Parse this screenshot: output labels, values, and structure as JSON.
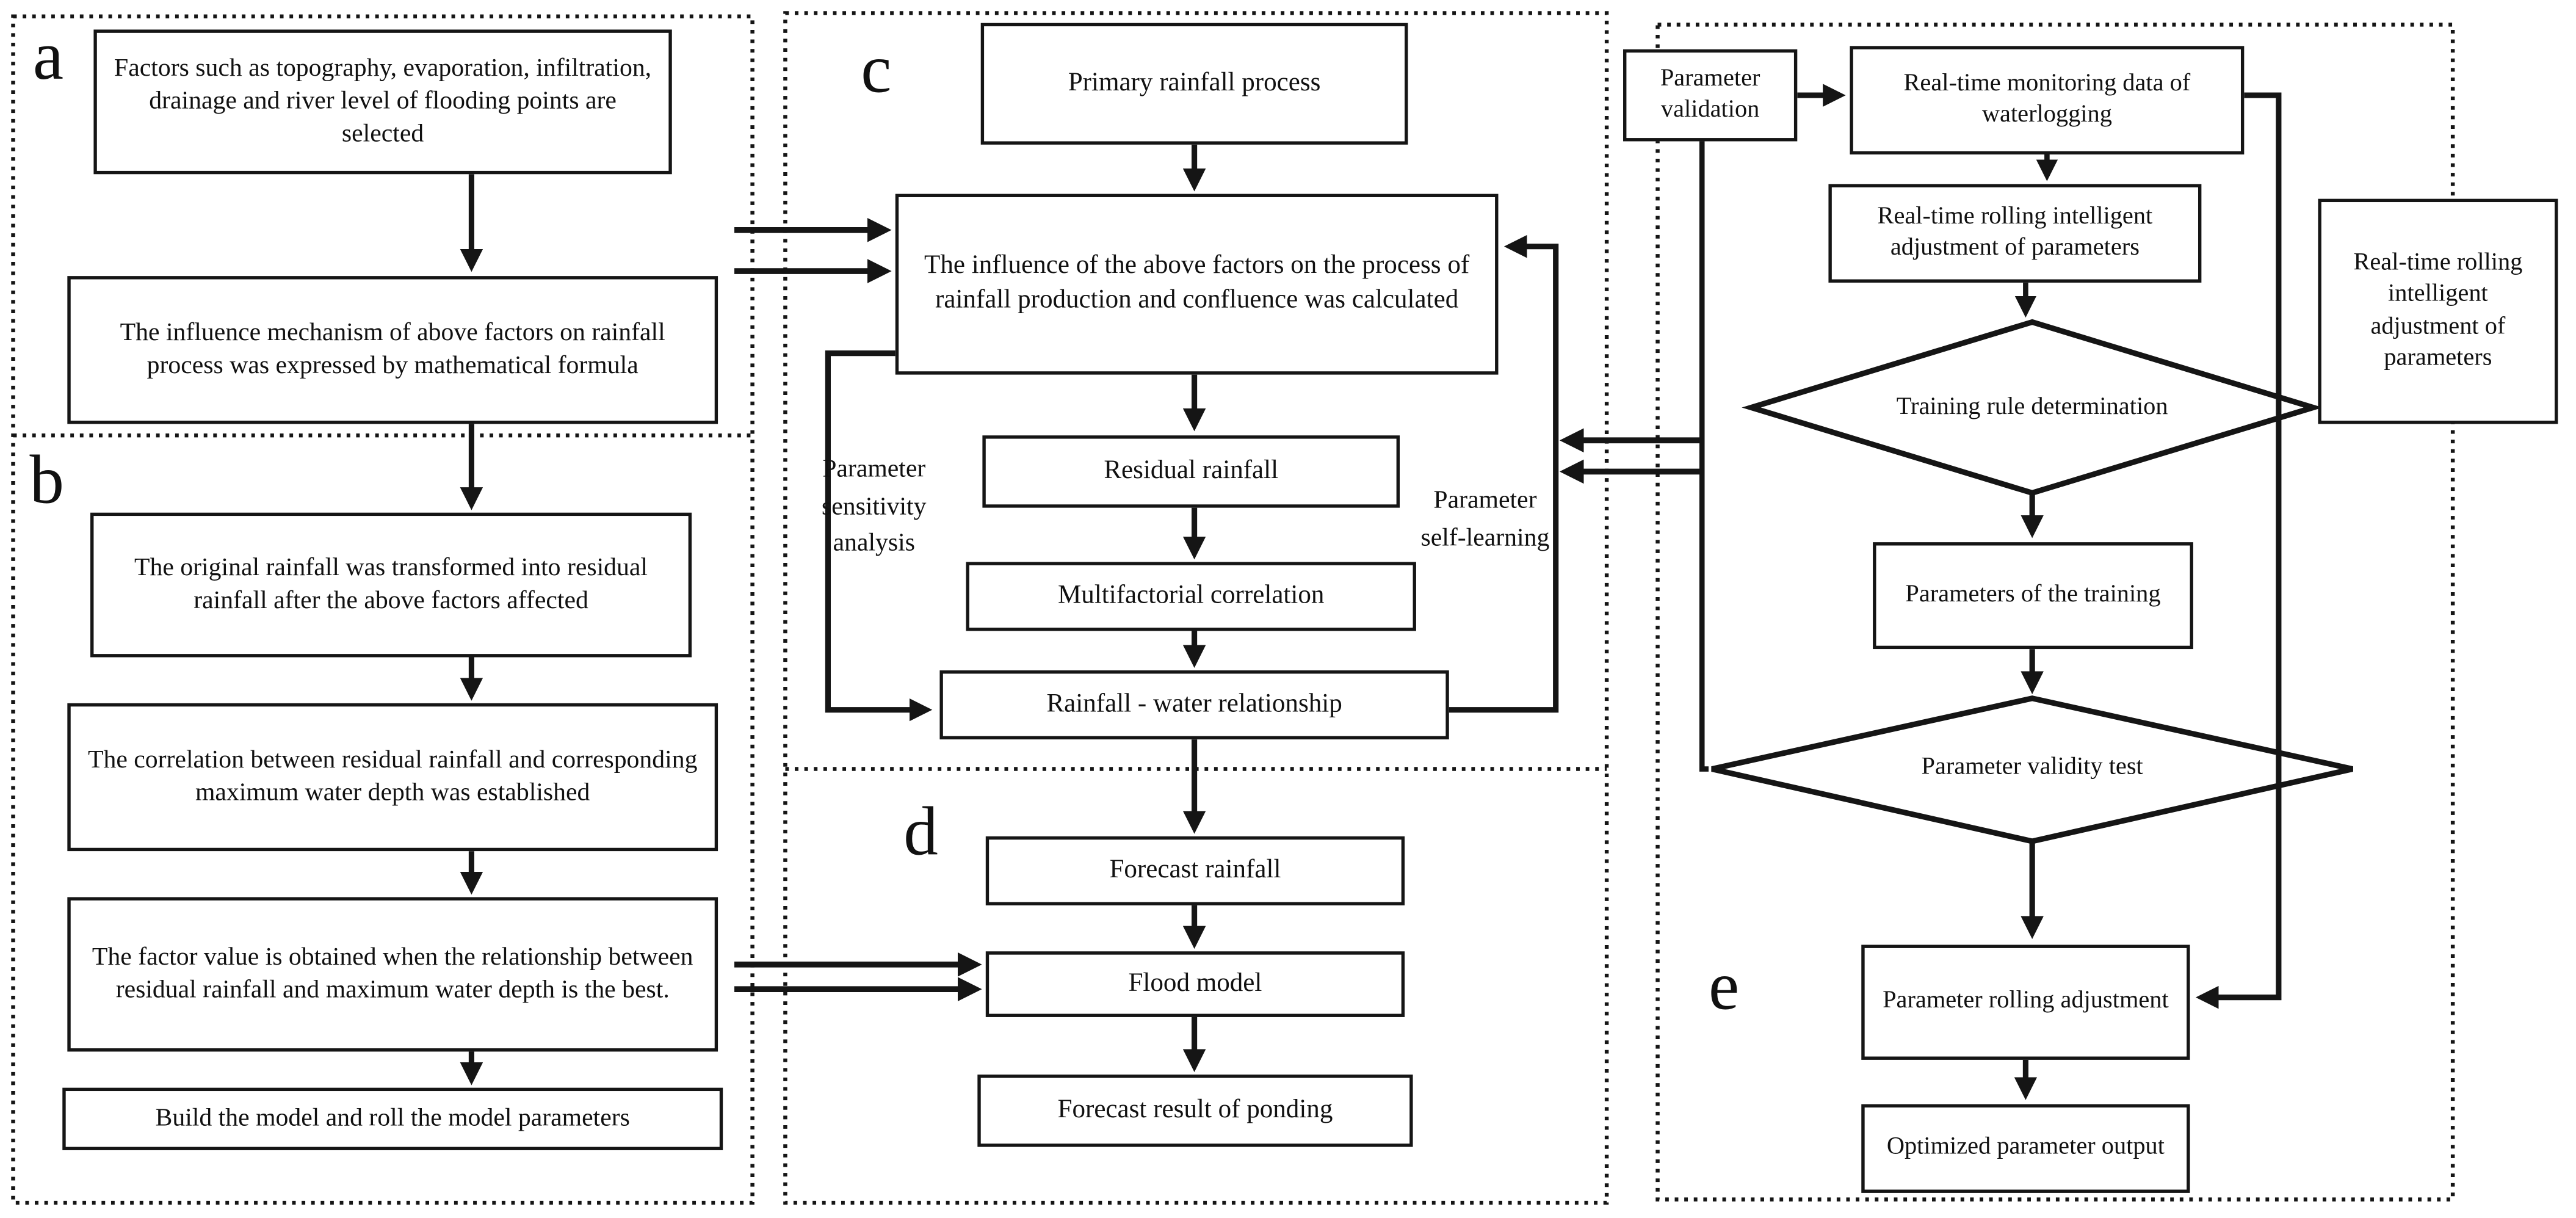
{
  "colors": {
    "ink": "#151515",
    "paper": "#ffffff"
  },
  "panel_a": {
    "letter": "a",
    "factors": "Factors such as topography, evaporation, infiltration, drainage and river level of flooding points are selected",
    "mechanism": "The influence mechanism of above factors on rainfall process was expressed by mathematical formula"
  },
  "panel_b": {
    "letter": "b",
    "transformed": "The original rainfall was transformed into residual rainfall after the above factors affected",
    "correlation": "The correlation between residual rainfall and corresponding maximum water depth was established",
    "factor_value": "The factor value is obtained when the relationship between residual rainfall and maximum water depth is the best.",
    "build_model": "Build the model and roll the model parameters"
  },
  "panel_c": {
    "letter": "c",
    "primary": "Primary rainfall process",
    "influence": "The influence of the above factors on the process of rainfall production and confluence was calculated",
    "residual": "Residual rainfall",
    "multifactorial": "Multifactorial correlation",
    "rainfall_water": "Rainfall - water relationship",
    "sensitivity": "Parameter sensitivity analysis",
    "self_learning": "Parameter self-learning"
  },
  "panel_d": {
    "letter": "d",
    "forecast_rainfall": "Forecast rainfall",
    "flood_model": "Flood model",
    "forecast_result": "Forecast result of ponding"
  },
  "panel_e": {
    "letter": "e",
    "parameter_validation": "Parameter validation",
    "monitoring": "Real-time monitoring data of waterlogging",
    "rolling_center": "Real-time rolling intelligent adjustment of parameters",
    "rolling_right": "Real-time rolling intelligent adjustment of parameters",
    "training_rule": "Training rule determination",
    "parameters_training": "Parameters of the training",
    "validity_test": "Parameter validity test",
    "rolling_adjustment": "Parameter rolling adjustment",
    "optimized_output": "Optimized parameter output"
  }
}
